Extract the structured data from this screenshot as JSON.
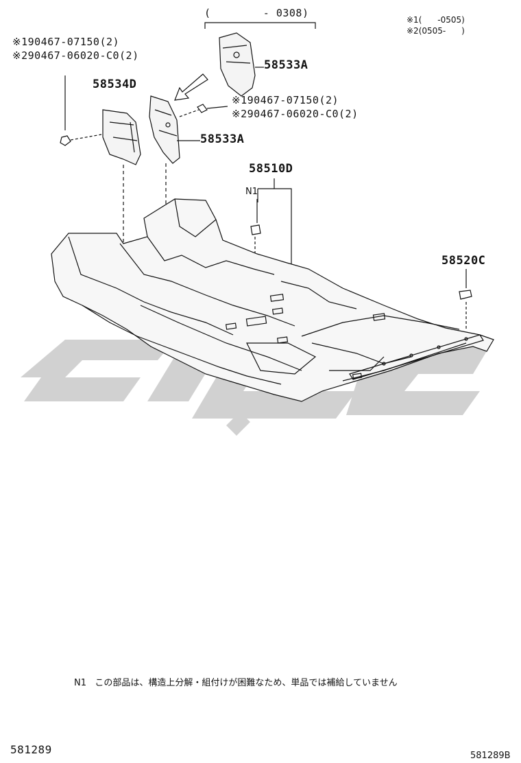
{
  "range_note": "(        - 0308)",
  "legend": {
    "line1": "※1(      -0505)",
    "line2": "※2(0505-      )"
  },
  "left_bolts": {
    "line1": "※190467-07150(2)",
    "line2": "※290467-06020-C0(2)"
  },
  "right_bolts": {
    "line1": "※190467-07150(2)",
    "line2": "※290467-06020-C0(2)"
  },
  "labels": {
    "part_58534D": "58534D",
    "part_58533A_top": "58533A",
    "part_58533A_mid": "58533A",
    "part_58510D": "58510D",
    "part_N1": "N1",
    "part_58520C": "58520C"
  },
  "footnote": "N1   この部品は、構造上分解・組付けが困難なため、単品では補給していません",
  "figure_id": "581289",
  "figure_id_b": "581289B"
}
